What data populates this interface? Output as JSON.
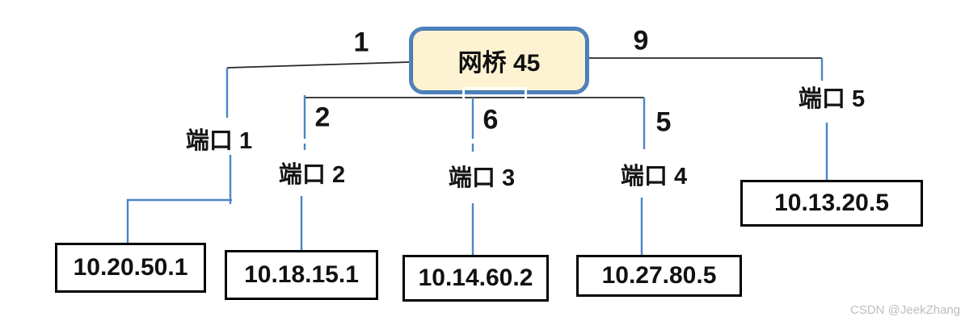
{
  "diagram": {
    "bridge": {
      "label": "网桥 45"
    },
    "ports": [
      {
        "label": "端口 1",
        "cost": "1",
        "host_ip": "10.20.50.1"
      },
      {
        "label": "端口 2",
        "cost": "2",
        "host_ip": "10.18.15.1"
      },
      {
        "label": "端口 3",
        "cost": "6",
        "host_ip": "10.14.60.2"
      },
      {
        "label": "端口 4",
        "cost": "5",
        "host_ip": "10.27.80.5"
      },
      {
        "label": "端口 5",
        "cost": "9",
        "host_ip": "10.13.20.5"
      }
    ],
    "colors": {
      "background": "#ffffff",
      "bridge_fill": "#fdf2d2",
      "bridge_border": "#4f81bd",
      "connector_blue": "#4a86c8",
      "connector_black": "#262626",
      "host_box_border": "#000000",
      "text": "#111111",
      "watermark": "#bdbdbd"
    }
  },
  "watermark": {
    "text": "CSDN @JeekZhang"
  }
}
